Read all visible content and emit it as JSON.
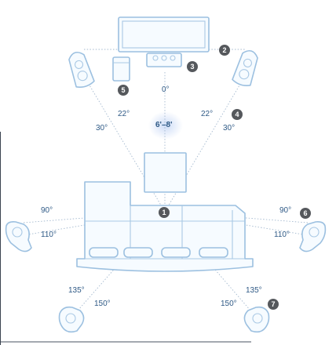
{
  "distance_label": "6'–8'",
  "angles": {
    "center": "0°",
    "front_left_outer": "30°",
    "front_left_inner": "22°",
    "front_right_inner": "22°",
    "front_right_outer": "30°",
    "side_left_upper": "90°",
    "side_left_lower": "110°",
    "side_right_upper": "90°",
    "side_right_lower": "110°",
    "rear_left_upper": "135°",
    "rear_left_lower": "150°",
    "rear_right_lower": "150°",
    "rear_right_upper": "135°"
  },
  "markers": [
    "1",
    "2",
    "3",
    "4",
    "5",
    "6",
    "7"
  ],
  "colors": {
    "sketch_line": "#9cc0e0",
    "dotted_line": "#a4b9cf",
    "label_text": "#2f5a86",
    "badge": "#55585c",
    "glow": "#c8d8f6"
  }
}
